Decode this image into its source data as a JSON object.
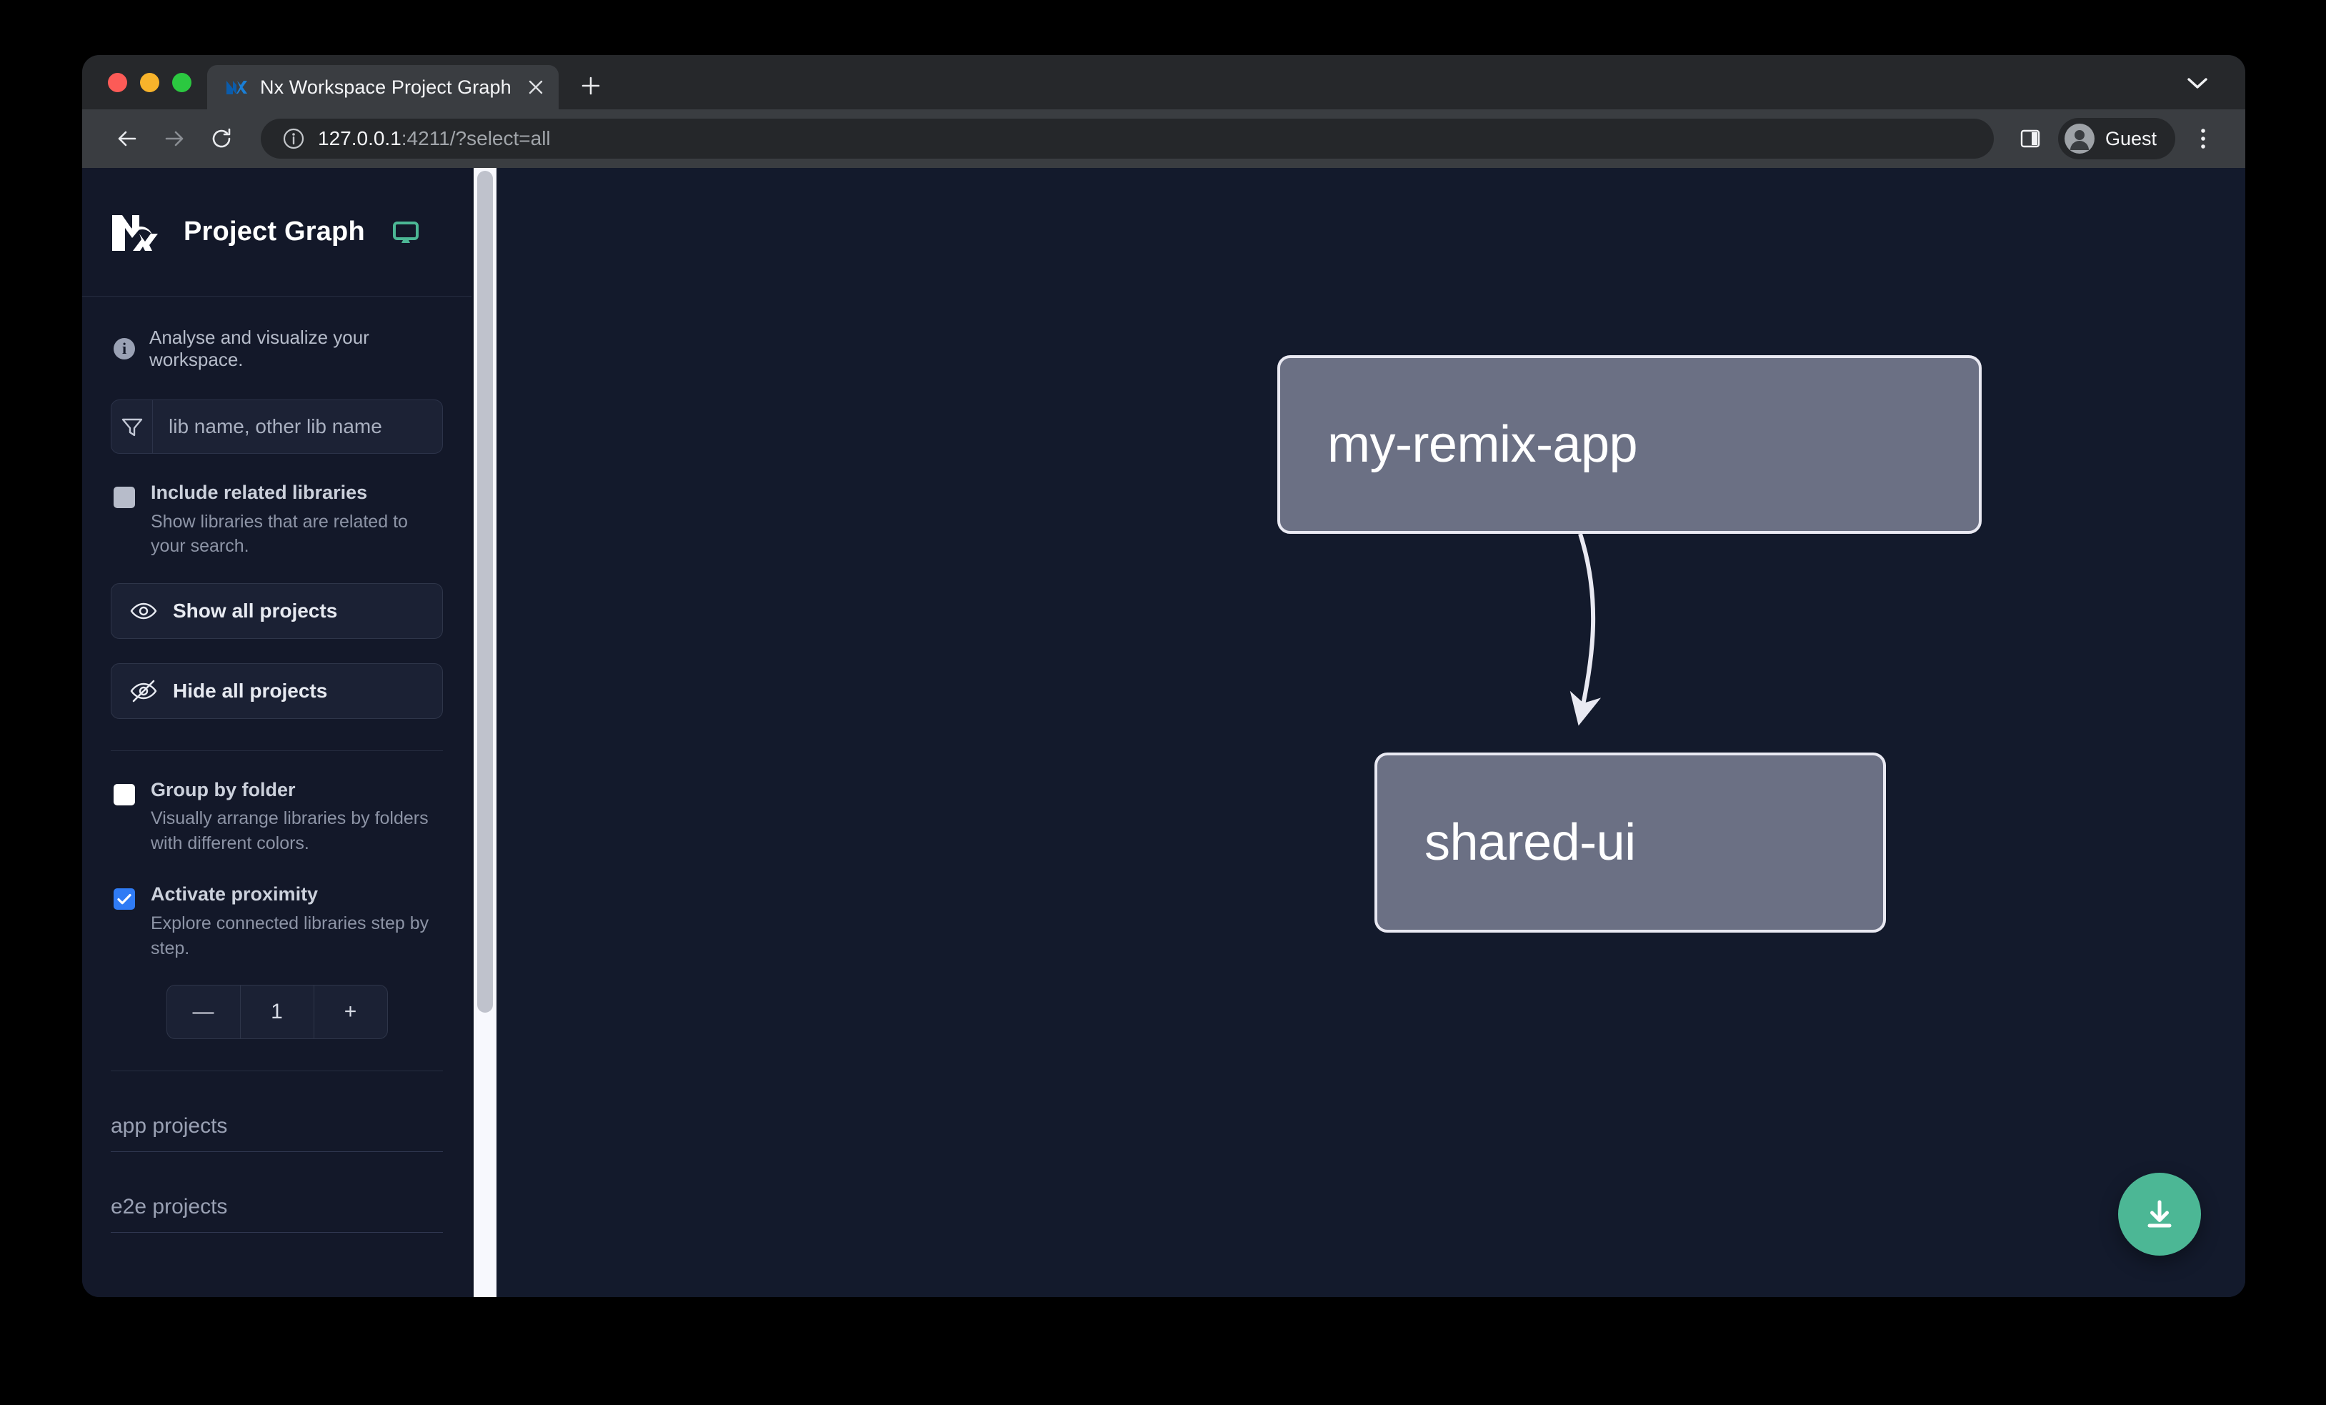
{
  "browser": {
    "tab": {
      "title": "Nx Workspace Project Graph",
      "favicon_icon": "nx-favicon",
      "close_icon": "close-icon"
    },
    "new_tab_icon": "plus-icon",
    "tab_list_icon": "chevron-down-icon",
    "nav": {
      "back_icon": "back-arrow-icon",
      "forward_icon": "forward-arrow-icon",
      "reload_icon": "reload-icon"
    },
    "omnibox": {
      "info_icon": "info-circle-icon",
      "url_host": "127.0.0.1",
      "url_rest": ":4211/?select=all",
      "full_url": "127.0.0.1:4211/?select=all"
    },
    "split_view_icon": "split-view-icon",
    "profile": {
      "avatar_icon": "person-avatar-icon",
      "name": "Guest"
    },
    "menu_icon": "three-dot-menu-icon",
    "traffic_lights": {
      "close": "#fc5b57",
      "minimize": "#f7b32b",
      "zoom": "#2bc840"
    }
  },
  "sidebar": {
    "logo_icon": "nx-logo",
    "title": "Project Graph",
    "monitor_icon": "monitor-icon",
    "hint": {
      "icon": "info-icon",
      "text": "Analyse and visualize your workspace."
    },
    "search": {
      "icon": "filter-funnel-icon",
      "placeholder": "lib name, other lib name",
      "value": ""
    },
    "options": [
      {
        "id": "include-related-libraries",
        "label": "Include related libraries",
        "description": "Show libraries that are related to your search.",
        "checked": false,
        "box_style": "gray"
      },
      {
        "id": "group-by-folder",
        "label": "Group by folder",
        "description": "Visually arrange libraries by folders with different colors.",
        "checked": false,
        "box_style": "white"
      },
      {
        "id": "activate-proximity",
        "label": "Activate proximity",
        "description": "Explore connected libraries step by step.",
        "checked": true,
        "box_style": "blue"
      }
    ],
    "buttons": [
      {
        "id": "show-all-projects",
        "label": "Show all projects",
        "icon": "eye-icon"
      },
      {
        "id": "hide-all-projects",
        "label": "Hide all projects",
        "icon": "eye-off-icon"
      }
    ],
    "stepper": {
      "decrement_label": "—",
      "value": "1",
      "increment_label": "+"
    },
    "groups": [
      {
        "id": "app-projects",
        "label": "app projects"
      },
      {
        "id": "e2e-projects",
        "label": "e2e projects"
      }
    ],
    "scrollbar": {
      "track_color": "#f7f8fd",
      "thumb_color": "#bfc2cc"
    }
  },
  "canvas": {
    "background": "#131a2c",
    "nodes": [
      {
        "id": "my-remix-app",
        "label": "my-remix-app",
        "fill": "#6b7084",
        "stroke": "#e9e9f2"
      },
      {
        "id": "shared-ui",
        "label": "shared-ui",
        "fill": "#6b7084",
        "stroke": "#e9e9f2"
      }
    ],
    "edges": [
      {
        "from": "my-remix-app",
        "to": "shared-ui",
        "color": "#e9e9f2",
        "arrow": true
      }
    ],
    "download_button": {
      "icon": "download-icon",
      "color": "#4cb795"
    }
  }
}
